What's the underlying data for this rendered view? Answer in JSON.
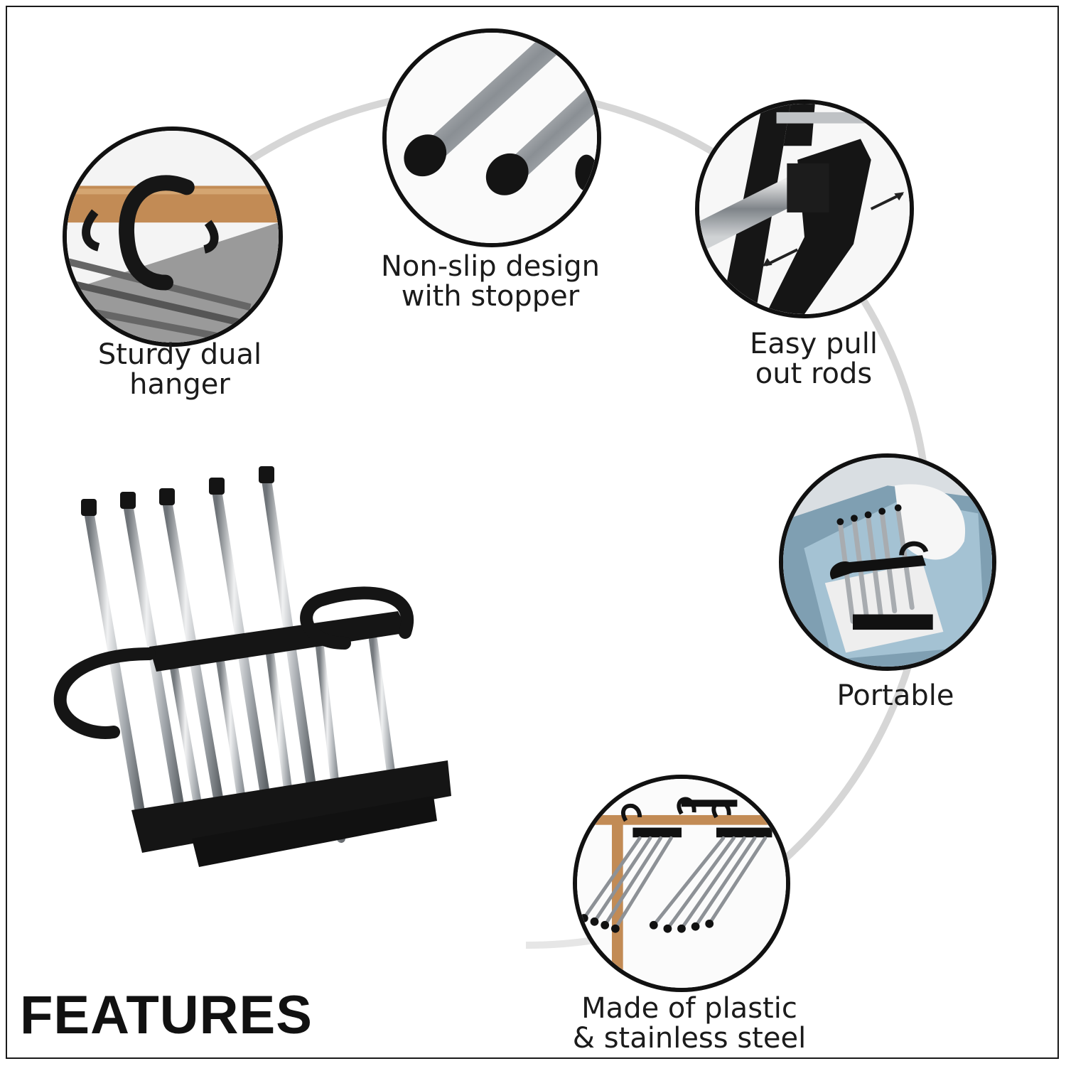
{
  "heading": "FEATURES",
  "colors": {
    "frame": "#1a1a1a",
    "circle_border": "#111111",
    "arc": "#d6d6d6",
    "steel": "#b8bcc0",
    "plastic": "#151515",
    "wood": "#c28b55"
  },
  "features": [
    {
      "id": "sturdy-dual-hanger",
      "lines": [
        "Sturdy dual",
        "hanger"
      ],
      "icon": "hook-on-wooden-rod-icon"
    },
    {
      "id": "non-slip",
      "lines": [
        "Non-slip design",
        "with stopper"
      ],
      "icon": "rod-stopper-caps-icon"
    },
    {
      "id": "easy-pull",
      "lines": [
        "Easy pull",
        "out rods"
      ],
      "icon": "pull-out-rod-arrows-icon"
    },
    {
      "id": "portable",
      "lines": [
        "Portable"
      ],
      "icon": "hanger-in-suitcase-icon"
    },
    {
      "id": "material",
      "lines": [
        "Made of plastic",
        "& stainless steel"
      ],
      "icon": "hangers-on-rack-icon"
    }
  ]
}
